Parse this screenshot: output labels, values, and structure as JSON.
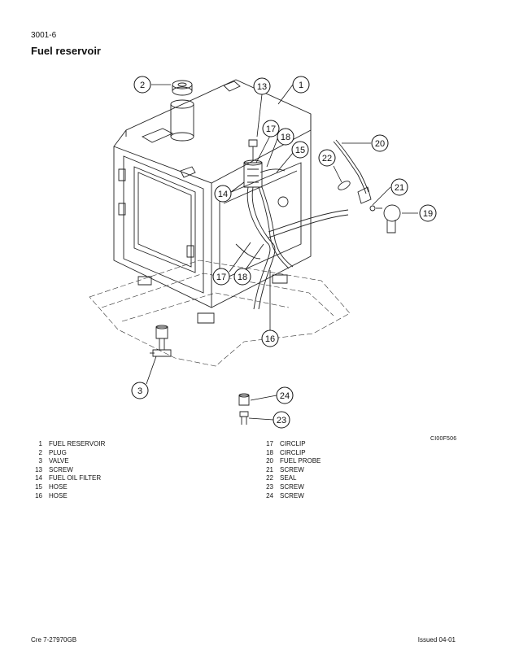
{
  "header": {
    "page_code": "3001-6",
    "title": "Fuel reservoir"
  },
  "figure": {
    "code": "CI00F506",
    "callouts": [
      "2",
      "13",
      "1",
      "17",
      "18",
      "15",
      "20",
      "22",
      "14",
      "21",
      "19",
      "17",
      "18",
      "16",
      "3",
      "24",
      "23"
    ]
  },
  "parts_left": [
    {
      "num": "1",
      "name": "FUEL RESERVOIR"
    },
    {
      "num": "2",
      "name": "PLUG"
    },
    {
      "num": "3",
      "name": "VALVE"
    },
    {
      "num": "13",
      "name": "SCREW"
    },
    {
      "num": "14",
      "name": "FUEL OIL FILTER"
    },
    {
      "num": "15",
      "name": "HOSE"
    },
    {
      "num": "16",
      "name": "HOSE"
    }
  ],
  "parts_right": [
    {
      "num": "17",
      "name": "CIRCLIP"
    },
    {
      "num": "18",
      "name": "CIRCLIP"
    },
    {
      "num": "20",
      "name": "FUEL PROBE"
    },
    {
      "num": "21",
      "name": "SCREW"
    },
    {
      "num": "22",
      "name": "SEAL"
    },
    {
      "num": "23",
      "name": "SCREW"
    },
    {
      "num": "24",
      "name": "SCREW"
    }
  ],
  "footer": {
    "left": "Cre 7-27970GB",
    "right": "Issued 04-01"
  }
}
